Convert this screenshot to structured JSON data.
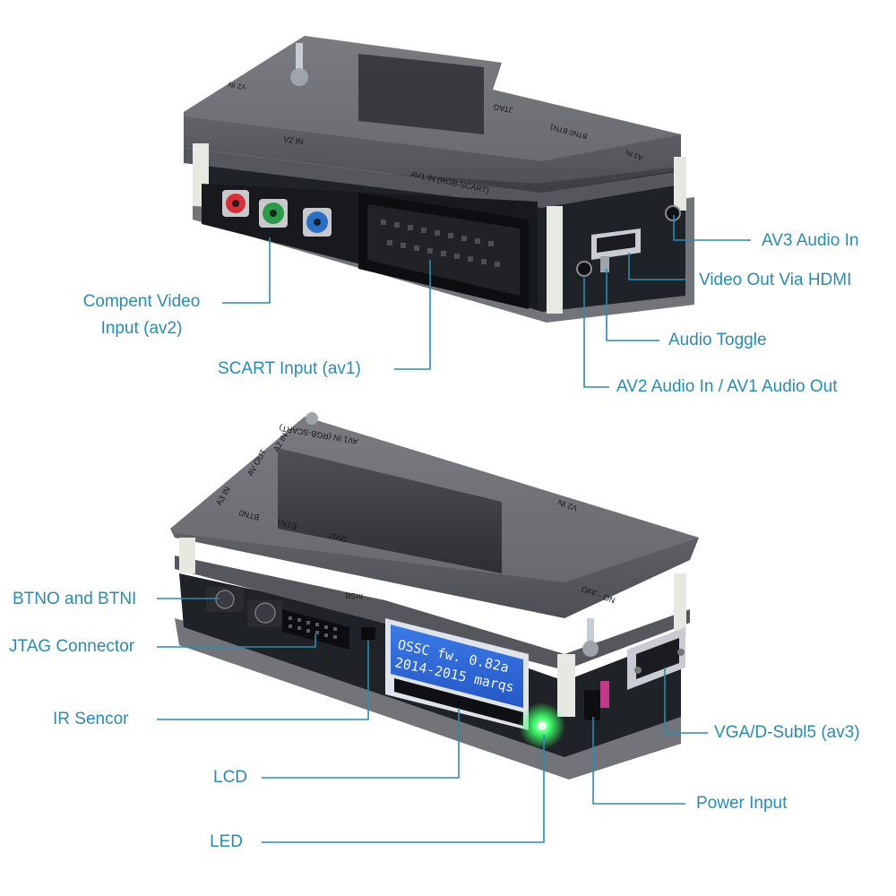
{
  "labels": {
    "av3_audio_in": "AV3 Audio In",
    "video_out_hdmi": "Video Out Via HDMI",
    "component_video": "Compent Video",
    "component_video_sub": "Input (av2)",
    "audio_toggle": "Audio Toggle",
    "scart_input": "SCART Input (av1)",
    "av2_audio_in": "AV2 Audio In / AV1 Audio Out",
    "btn": "BTNO and BTNI",
    "jtag": "JTAG Connector",
    "ir_sensor": "IR  Sencor",
    "vga": "VGA/D-Subl5 (av3)",
    "lcd": "LCD",
    "power_input": "Power Input",
    "led": "LED"
  },
  "silkscreen": {
    "v2_in": "V2 IN",
    "v2_in_2": "V2 IN",
    "av1_in": "AV1 IN (RGB-SCART)",
    "jtag": "JTAG",
    "btn0": "BTN0",
    "btn1": "BTN1",
    "a3_in": "A3 IN",
    "av_out": "AV OUT",
    "a2_in": "A2 IN",
    "off_on": "OFF - ON",
    "msb": "mSB",
    "top_a3": "A3 IN",
    "top_av_out": "AV OUT",
    "top_a2": "A2 IN",
    "top_av1": "AV1 IN (RGB-SCART)",
    "top_btn": "BTN0   BTN1",
    "top_jtag": "JTAG",
    "top_v2": "V2 IN"
  },
  "lcd_screen": {
    "line1": "OSSC  fw. 0.82a",
    "line2": "2014-2015  marqs"
  },
  "colors": {
    "label_text": "#2a8bb0",
    "leader_line": "#2a8bb0",
    "rca_red": "#d8303a",
    "rca_green": "#2a9a4a",
    "rca_blue": "#2a6fc4",
    "lcd_backlight": "#2f6de0",
    "led_green": "#3dff6a"
  }
}
